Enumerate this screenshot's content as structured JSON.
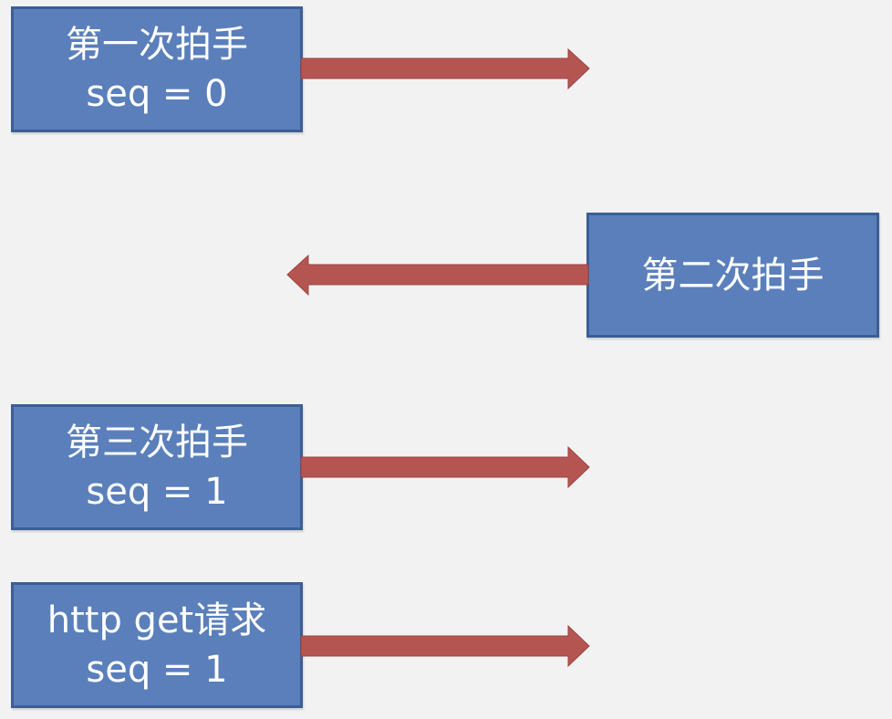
{
  "colors": {
    "background": "#f2f2f2",
    "box_fill": "#5a7fbb",
    "box_border": "#3b5f94",
    "arrow": "#b55552",
    "text": "#ffffff"
  },
  "steps": [
    {
      "line1": "第一次拍手",
      "line2": "seq = 0",
      "direction": "right"
    },
    {
      "line1": "第二次拍手",
      "line2": "",
      "direction": "left"
    },
    {
      "line1": "第三次拍手",
      "line2": "seq = 1",
      "direction": "right"
    },
    {
      "line1": "http get请求",
      "line2": "seq = 1",
      "direction": "right"
    }
  ]
}
